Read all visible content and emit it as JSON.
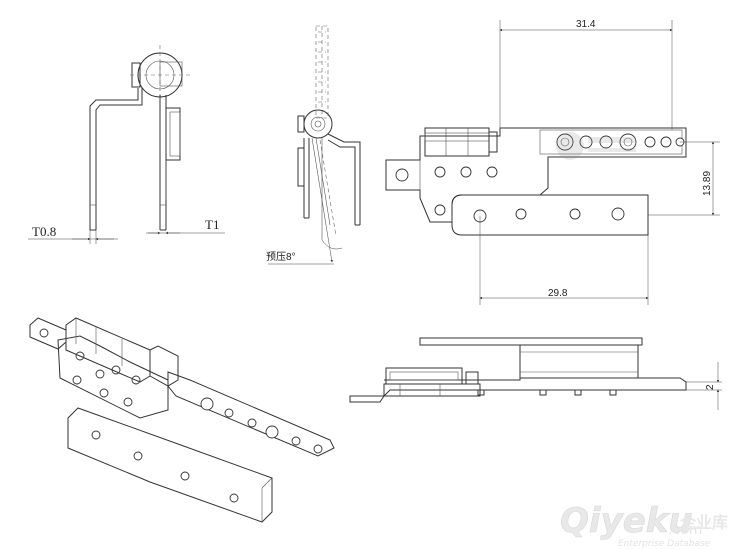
{
  "dimensions": {
    "thickness_t08": "T0.8",
    "thickness_t1": "T1",
    "preload_angle": "预压8°",
    "width_top": "31.4",
    "height_right": "13.89",
    "width_bottom": "29.8",
    "height_side": "2"
  },
  "watermark": {
    "brand": "Qiyeku",
    "domain": ".com",
    "cn_name": "企业库",
    "tagline": "Enterprise Database"
  }
}
